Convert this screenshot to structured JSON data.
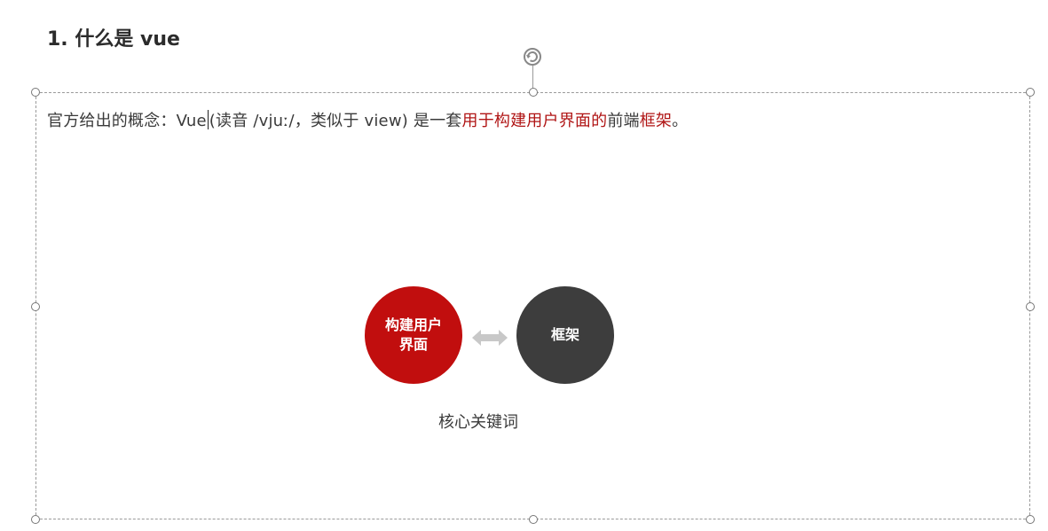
{
  "slide": {
    "title": "1. 什么是 vue",
    "intro": {
      "prefix": "官方给出的概念：Vue",
      "middle": "(读音 /vjuː/，类似于 view) 是一套",
      "accent1": "用于构建用户界面的",
      "plain2": "前端",
      "accent2": "框架",
      "suffix": "。"
    },
    "diagram": {
      "left_circle": {
        "line1": "构建用户",
        "line2": "界面"
      },
      "right_circle": {
        "label": "框架"
      },
      "caption": "核心关键词"
    }
  },
  "colors": {
    "accent_red": "#c10e0e",
    "text_red": "#b01515",
    "dark_gray": "#3d3d3d",
    "arrow_gray": "#c8c8c8"
  },
  "icons": {
    "rotate_handle": "rotate-icon",
    "connector": "double-arrow-icon"
  }
}
